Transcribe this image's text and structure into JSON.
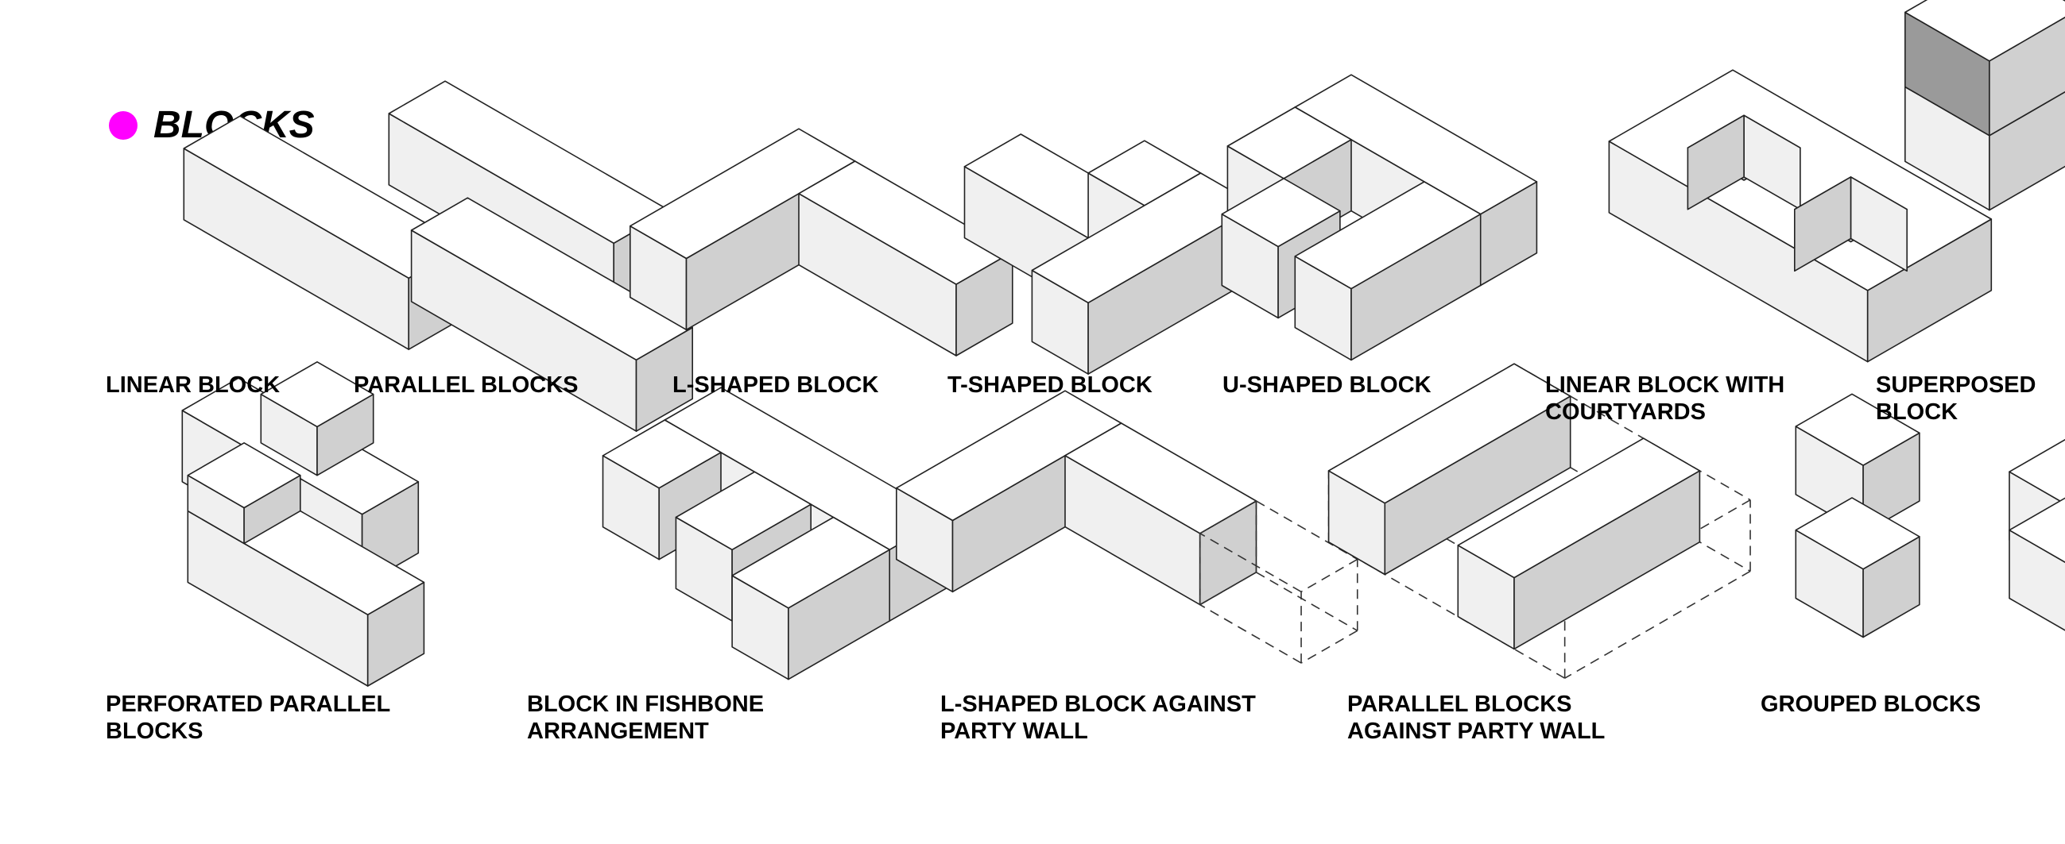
{
  "header": {
    "title": "BLOCKS"
  },
  "colors": {
    "accent": "#ff00ff",
    "top_face": "#ffffff",
    "left_face": "#f0f0f0",
    "right_face": "#d0d0d0",
    "dark_face": "#9a9a9a",
    "line": "#222222"
  },
  "items": [
    {
      "caption": [
        "LINEAR BLOCK"
      ]
    },
    {
      "caption": [
        "PARALLEL BLOCKS"
      ]
    },
    {
      "caption": [
        "L-SHAPED BLOCK"
      ]
    },
    {
      "caption": [
        "T-SHAPED BLOCK"
      ]
    },
    {
      "caption": [
        "U-SHAPED BLOCK"
      ]
    },
    {
      "caption": [
        "LINEAR BLOCK WITH",
        "COURTYARDS"
      ]
    },
    {
      "caption": [
        "SUPERPOSED",
        "BLOCK"
      ]
    },
    {
      "caption": [
        "PERFORATED PARALLEL",
        "BLOCKS"
      ]
    },
    {
      "caption": [
        "BLOCK IN FISHBONE",
        "ARRANGEMENT"
      ]
    },
    {
      "caption": [
        "L-SHAPED BLOCK AGAINST",
        "PARTY WALL"
      ]
    },
    {
      "caption": [
        "PARALLEL BLOCKS",
        "AGAINST PARTY WALL"
      ]
    },
    {
      "caption": [
        "GROUPED BLOCKS"
      ]
    }
  ]
}
